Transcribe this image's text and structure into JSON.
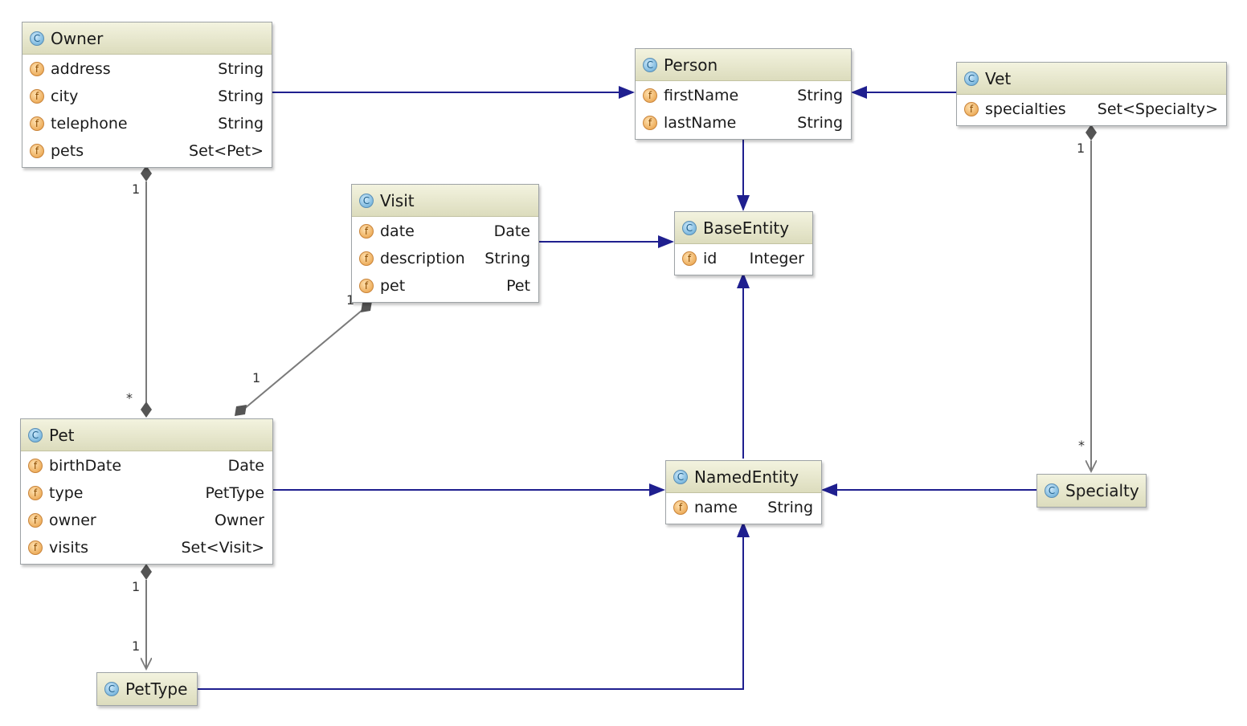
{
  "classes": {
    "owner": {
      "name": "Owner",
      "fields": [
        {
          "name": "address",
          "type": "String"
        },
        {
          "name": "city",
          "type": "String"
        },
        {
          "name": "telephone",
          "type": "String"
        },
        {
          "name": "pets",
          "type": "Set<Pet>"
        }
      ]
    },
    "person": {
      "name": "Person",
      "fields": [
        {
          "name": "firstName",
          "type": "String"
        },
        {
          "name": "lastName",
          "type": "String"
        }
      ]
    },
    "vet": {
      "name": "Vet",
      "fields": [
        {
          "name": "specialties",
          "type": "Set<Specialty>"
        }
      ]
    },
    "visit": {
      "name": "Visit",
      "fields": [
        {
          "name": "date",
          "type": "Date"
        },
        {
          "name": "description",
          "type": "String"
        },
        {
          "name": "pet",
          "type": "Pet"
        }
      ]
    },
    "baseEntity": {
      "name": "BaseEntity",
      "fields": [
        {
          "name": "id",
          "type": "Integer"
        }
      ]
    },
    "pet": {
      "name": "Pet",
      "fields": [
        {
          "name": "birthDate",
          "type": "Date"
        },
        {
          "name": "type",
          "type": "PetType"
        },
        {
          "name": "owner",
          "type": "Owner"
        },
        {
          "name": "visits",
          "type": "Set<Visit>"
        }
      ]
    },
    "namedEntity": {
      "name": "NamedEntity",
      "fields": [
        {
          "name": "name",
          "type": "String"
        }
      ]
    },
    "specialty": {
      "name": "Specialty",
      "fields": []
    },
    "petType": {
      "name": "PetType",
      "fields": []
    }
  },
  "icons": {
    "class_icon": "C",
    "field_icon": "f"
  },
  "multiplicities": {
    "owner_pets_owner_end": "1",
    "owner_pets_pet_end": "*",
    "visit_pet_visit_end": "1",
    "visit_pet_pet_end": "1",
    "vet_specialties_vet_end": "1",
    "vet_specialties_specialty_end": "*",
    "pet_type_pet_end": "1",
    "pet_type_type_end": "1"
  },
  "colors": {
    "inheritance_line": "#1f1f8f",
    "association_line": "#7a7a7a",
    "header_gradient_top": "#f3f3df",
    "header_gradient_bottom": "#dcdcbd"
  }
}
